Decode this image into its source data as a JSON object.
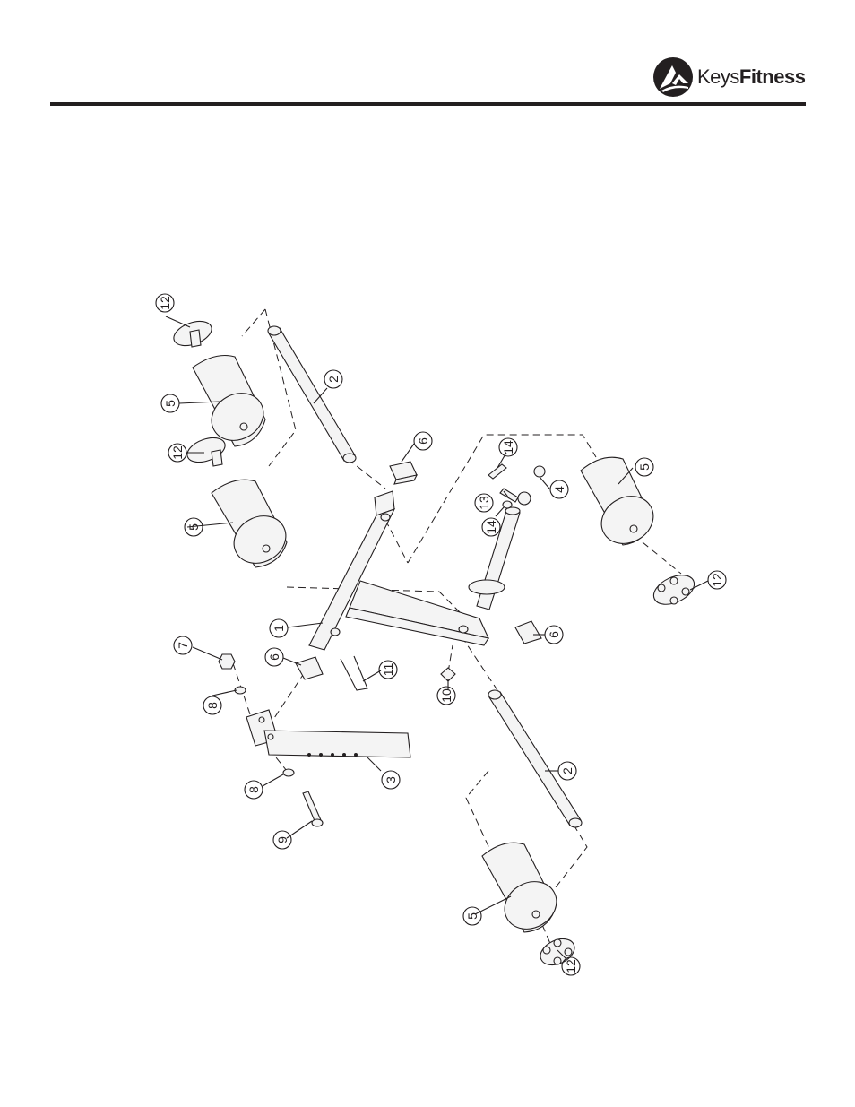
{
  "header": {
    "brand_keys": "Keys",
    "brand_fitness": "Fitness"
  },
  "diagram": {
    "callouts": [
      {
        "id": "c12a",
        "label": "12"
      },
      {
        "id": "c2a",
        "label": "2"
      },
      {
        "id": "c5a",
        "label": "5"
      },
      {
        "id": "c12b",
        "label": "12"
      },
      {
        "id": "c6a",
        "label": "6"
      },
      {
        "id": "c14a",
        "label": "14"
      },
      {
        "id": "c13",
        "label": "13"
      },
      {
        "id": "c14b",
        "label": "14"
      },
      {
        "id": "c4",
        "label": "4"
      },
      {
        "id": "c5b",
        "label": "5"
      },
      {
        "id": "c5c",
        "label": "5"
      },
      {
        "id": "c12c",
        "label": "12"
      },
      {
        "id": "c1",
        "label": "1"
      },
      {
        "id": "c6b",
        "label": "6"
      },
      {
        "id": "c7",
        "label": "7"
      },
      {
        "id": "c6c",
        "label": "6"
      },
      {
        "id": "c11",
        "label": "11"
      },
      {
        "id": "c10",
        "label": "10"
      },
      {
        "id": "c8a",
        "label": "8"
      },
      {
        "id": "c3",
        "label": "3"
      },
      {
        "id": "c2b",
        "label": "2"
      },
      {
        "id": "c8b",
        "label": "8"
      },
      {
        "id": "c9",
        "label": "9"
      },
      {
        "id": "c5d",
        "label": "5"
      },
      {
        "id": "c12d",
        "label": "12"
      }
    ]
  }
}
